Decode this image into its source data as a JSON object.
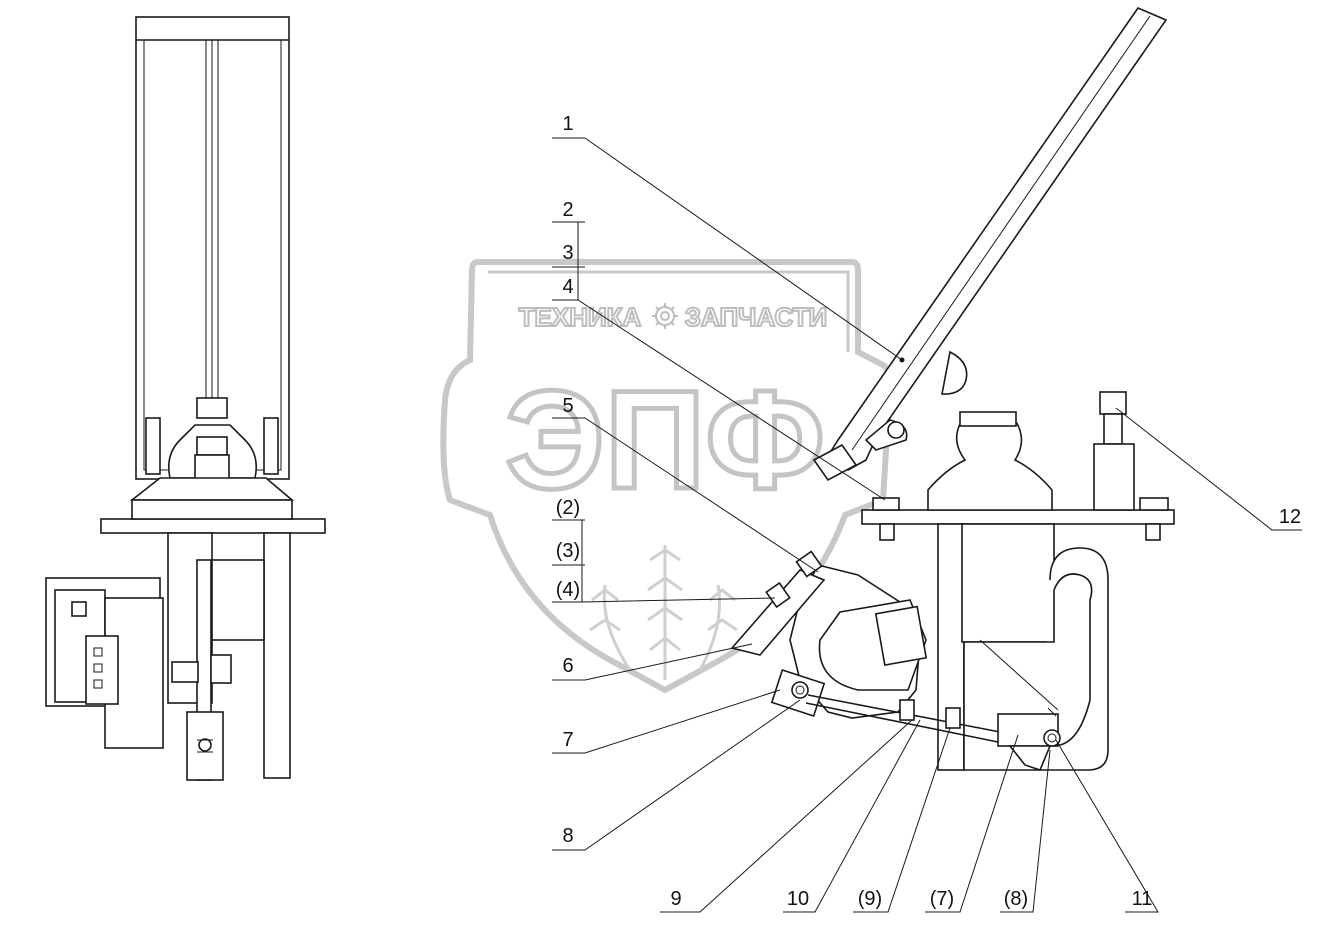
{
  "watermark": {
    "line1_left": "ТЕХНИКА",
    "line1_right": "ЗАПЧАСТИ",
    "big": "ЭПФ"
  },
  "callouts": [
    {
      "id": "c1",
      "label": "1"
    },
    {
      "id": "c2",
      "label": "2"
    },
    {
      "id": "c3",
      "label": "3"
    },
    {
      "id": "c4",
      "label": "4"
    },
    {
      "id": "c5",
      "label": "5"
    },
    {
      "id": "c2b",
      "label": "(2)"
    },
    {
      "id": "c3b",
      "label": "(3)"
    },
    {
      "id": "c4b",
      "label": "(4)"
    },
    {
      "id": "c6",
      "label": "6"
    },
    {
      "id": "c7",
      "label": "7"
    },
    {
      "id": "c8",
      "label": "8"
    },
    {
      "id": "c9",
      "label": "9"
    },
    {
      "id": "c10",
      "label": "10"
    },
    {
      "id": "c9b",
      "label": "(9)"
    },
    {
      "id": "c7b",
      "label": "(7)"
    },
    {
      "id": "c8b",
      "label": "(8)"
    },
    {
      "id": "c11",
      "label": "11"
    },
    {
      "id": "c12",
      "label": "12"
    }
  ]
}
